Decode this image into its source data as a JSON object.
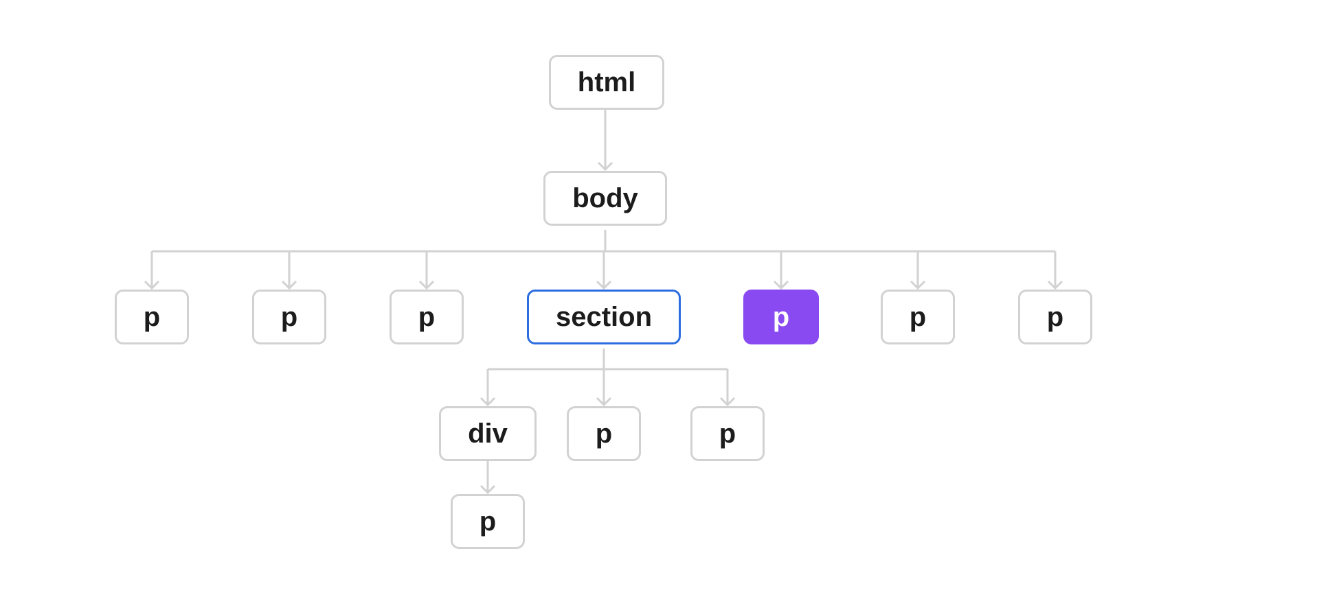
{
  "tree": {
    "colors": {
      "node_border": "#d2d2d2",
      "connector": "#d2d2d2",
      "selected_border": "#2b6de0",
      "highlight_fill": "#8a4af2",
      "text": "#1c1c1c",
      "highlight_text": "#ffffff"
    },
    "nodes": {
      "html": {
        "label": "html"
      },
      "body": {
        "label": "body"
      },
      "p1": {
        "label": "p"
      },
      "p2": {
        "label": "p"
      },
      "p3": {
        "label": "p"
      },
      "section": {
        "label": "section",
        "state": "selected"
      },
      "p4": {
        "label": "p",
        "state": "highlighted"
      },
      "p5": {
        "label": "p"
      },
      "p6": {
        "label": "p"
      },
      "div": {
        "label": "div"
      },
      "p7": {
        "label": "p"
      },
      "p8": {
        "label": "p"
      },
      "p9": {
        "label": "p"
      }
    },
    "edges": [
      [
        "html",
        "body"
      ],
      [
        "body",
        "p1"
      ],
      [
        "body",
        "p2"
      ],
      [
        "body",
        "p3"
      ],
      [
        "body",
        "section"
      ],
      [
        "body",
        "p4"
      ],
      [
        "body",
        "p5"
      ],
      [
        "body",
        "p6"
      ],
      [
        "section",
        "div"
      ],
      [
        "section",
        "p7"
      ],
      [
        "section",
        "p8"
      ],
      [
        "div",
        "p9"
      ]
    ]
  }
}
